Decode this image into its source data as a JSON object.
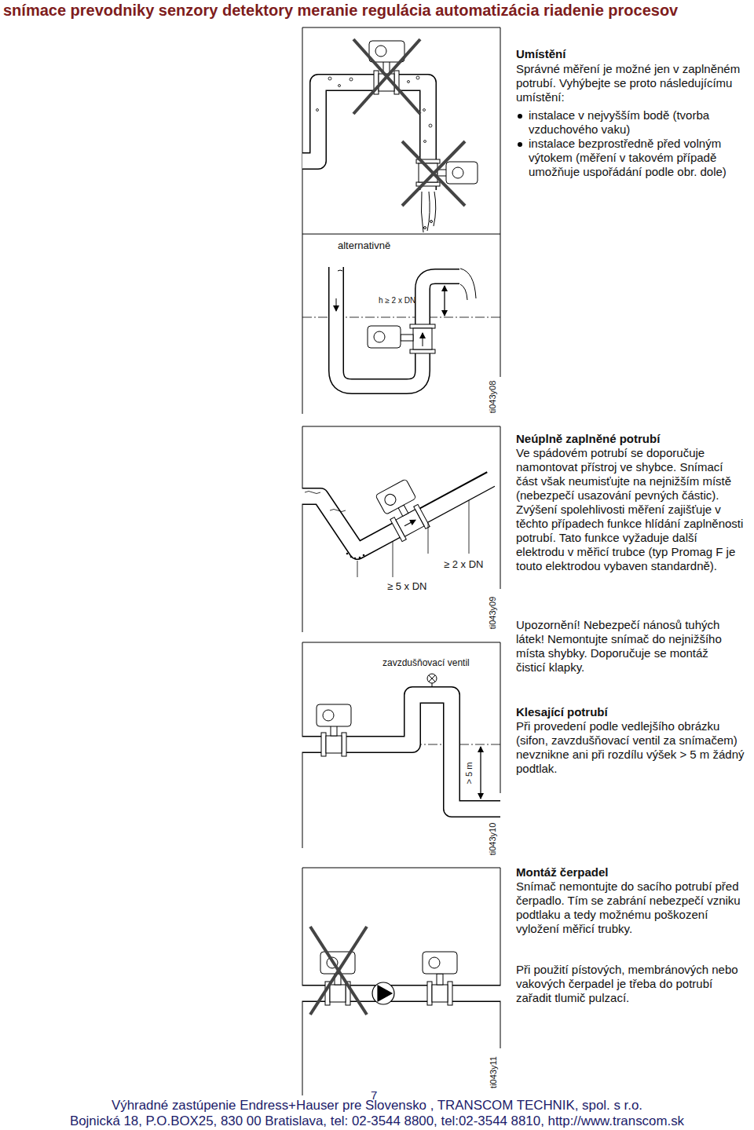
{
  "diagram": {
    "title": "snímace prevodniky senzory detektory meranie regulácia automatizácia riadenie procesov",
    "labels": [
      "Umístění",
      "Správné měření je možné jen v zaplněném potrubí. Vyhýbejte se proto následujícímu umístění:",
      "instalace v nejvyšším bodě (tvorba vzduchového vaku)",
      "instalace bezprostředně před volným výtokem (měření v takovém případě umožňuje uspořádání podle obr. dole)",
      "alternativně",
      "h ≥ 2 x DN",
      "ti043y08",
      "Neúplně zaplněné potrubí",
      "Ve spádovém potrubí se doporučuje namontovat přístroj ve shybce. Snímací část však neumisťujte na nejnižším místě (nebezpečí usazování pevných částic). Zvýšení spolehlivosti měření zajišťuje v těchto případech funkce hlídání zaplněnosti potrubí. Tato funkce vyžaduje další elektrodu v měřicí trubce (typ Promag F je touto elektrodou vybaven standardně).",
      "≥ 2 x DN",
      "≥ 5 x DN",
      "ti043y09",
      "Upozornění! Nebezpečí nánosů tuhých látek! Nemontujte snímač do nejnižšího místa shybky. Doporučuje se montáž čisticí klapky.",
      "zavzdušňovací ventil",
      "Klesající potrubí",
      "Při provedení podle vedlejšího obrázku (sifon, zavzdušňovací ventil za snímačem) nevznikne ani při rozdílu výšek > 5 m žádný podtlak.",
      "> 5 m",
      "ti043y10",
      "Montáž čerpadel",
      "Snímač nemontujte do sacího potrubí před čerpadlo. Tím se zabrání nebezpečí vzniku podtlaku a tedy možnému poškození vyložení měřicí trubky.",
      "Při použití pístových, membránových nebo vakových čerpadel je třeba do potrubí zařadit tlumič pulzací.",
      "ti043y11",
      "7",
      "Výhradné zastúpenie Endress+Hauser pre Slovensko , TRANSCOM TECHNIK, spol. s r.o.",
      "Bojnická 18, P.O.BOX25, 830 00 Bratislava, tel: 02-3544 8800, tel:02-3544 8810, http://www.transcom.sk"
    ]
  }
}
